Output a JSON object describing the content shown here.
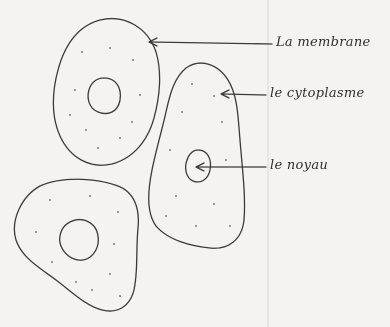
{
  "labels": {
    "membrane": "La membrane",
    "cytoplasm": "le cytoplasme",
    "nucleus": "le noyau"
  },
  "colors": {
    "paper": "#f4f3f0",
    "ink": "#3a3a3a"
  }
}
